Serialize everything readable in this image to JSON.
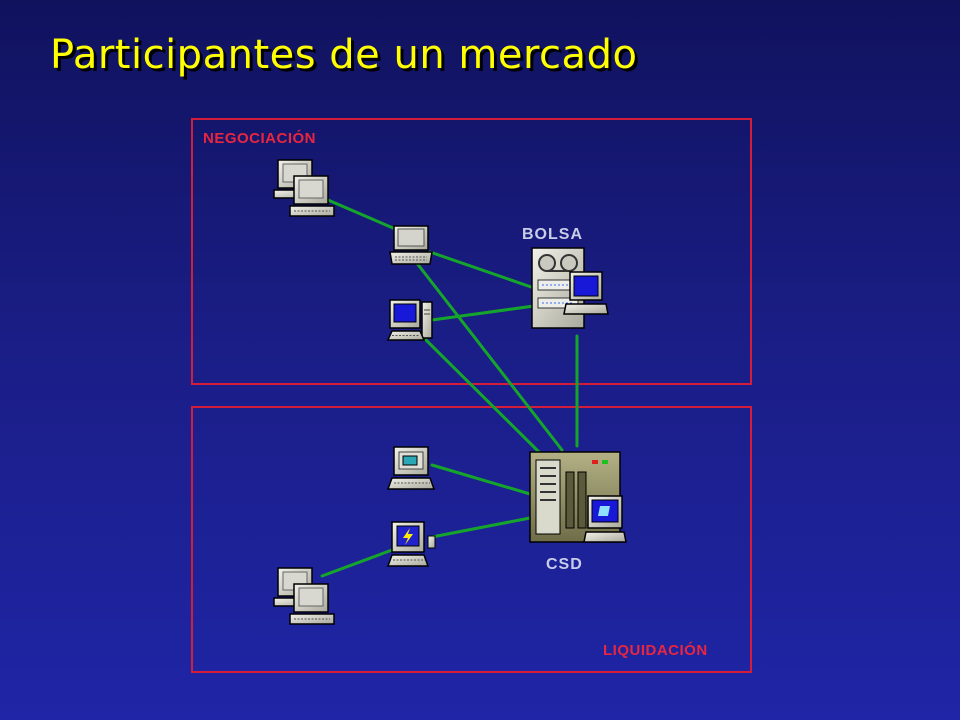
{
  "title": "Participantes de un mercado",
  "zones": {
    "trading": "NEGOCIACIÓN",
    "settlement": "LIQUIDACIÓN"
  },
  "nodes": {
    "exchange": "BOLSA",
    "csd": "CSD"
  },
  "colors": {
    "title": "#ffff00",
    "zone_border": "#d41d3a",
    "zone_label": "#e8263f",
    "connector": "#16a52c",
    "node_label": "#c9cde8"
  },
  "icons": {
    "exchange": "server-with-monitor-icon",
    "csd": "mainframe-icon",
    "participants": [
      "workstations-pair-icon",
      "laptop-icon",
      "desktop-computer-icon",
      "terminal-icon",
      "power-workstation-icon",
      "workstations-pair-icon"
    ]
  }
}
